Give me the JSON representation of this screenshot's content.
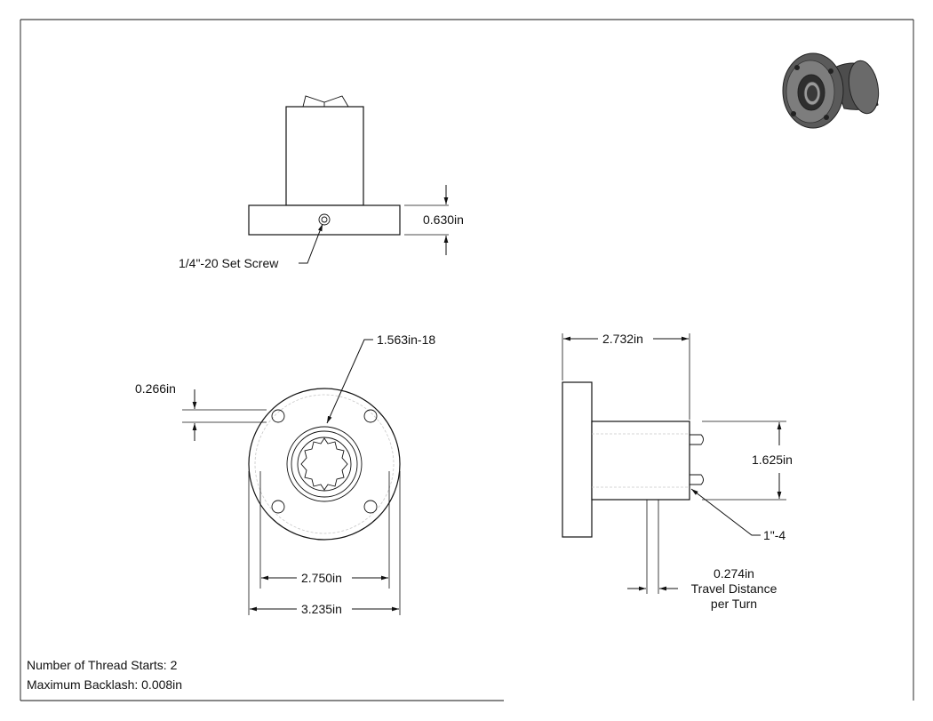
{
  "notes": {
    "thread_starts": "Number of Thread Starts: 2",
    "max_backlash": "Maximum Backlash: 0.008in"
  },
  "dimensions": {
    "flange_thickness": "0.630in",
    "set_screw": "1/4\"-20 Set Screw",
    "thread_spec": "1.563in-18",
    "hole_diameter": "0.266in",
    "bolt_circle": "2.750in",
    "flange_diameter": "3.235in",
    "overall_length": "2.732in",
    "body_diameter": "1.625in",
    "lead_screw": "1\"-4",
    "travel_value": "0.274in",
    "travel_line1": "Travel Distance",
    "travel_line2": "per Turn"
  },
  "colors": {
    "line": "#111111",
    "iso_body": "#5a5a5a",
    "iso_light": "#8a8a8a",
    "iso_dark": "#2e2e2e"
  }
}
